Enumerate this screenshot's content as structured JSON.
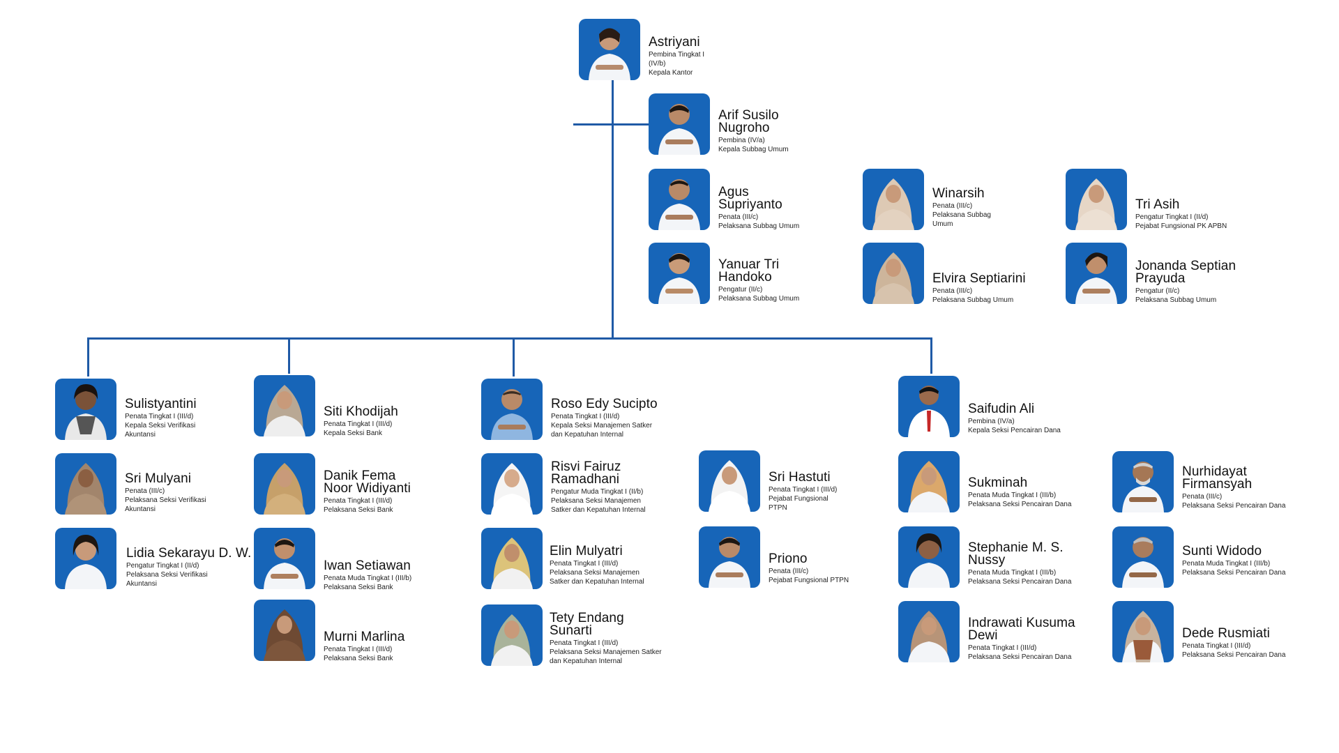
{
  "title": "Struktur Organisasi",
  "colors": {
    "photo_bg": "#1765b8",
    "connector": "#1f5aa6"
  },
  "people": {
    "astriyani": {
      "name": "Astriyani",
      "rank": "Pembina Tingkat I (IV/b)",
      "position": "Kepala Kantor"
    },
    "arif": {
      "name": "Arif Susilo Nugroho",
      "rank": "Pembina (IV/a)",
      "position": "Kepala Subbag Umum"
    },
    "agus": {
      "name": "Agus Supriyanto",
      "rank": "Penata (III/c)",
      "position": "Pelaksana Subbag Umum"
    },
    "yanuar": {
      "name": "Yanuar Tri Handoko",
      "rank": "Pengatur (II/c)",
      "position": "Pelaksana Subbag Umum"
    },
    "winarsih": {
      "name": "Winarsih",
      "rank": "Penata (III/c)",
      "position": "Pelaksana Subbag Umum"
    },
    "elvira": {
      "name": "Elvira Septiarini",
      "rank": "Penata (III/c)",
      "position": "Pelaksana Subbag Umum"
    },
    "triasih": {
      "name": "Tri Asih",
      "rank": "Pengatur Tingkat I (II/d)",
      "position": "Pejabat Fungsional PK APBN"
    },
    "jonanda": {
      "name": "Jonanda Septian Prayuda",
      "rank": "Pengatur (II/c)",
      "position": "Pelaksana Subbag Umum"
    },
    "sulistyantini": {
      "name": "Sulistyantini",
      "rank": "Penata Tingkat I (III/d)",
      "position": "Kepala Seksi Verifikasi Akuntansi"
    },
    "srimulyani": {
      "name": "Sri Mulyani",
      "rank": "Penata (III/c)",
      "position": "Pelaksana Seksi Verifikasi Akuntansi"
    },
    "lidia": {
      "name": "Lidia Sekarayu D. W.",
      "rank": "Pengatur Tingkat I (II/d)",
      "position": "Pelaksana Seksi Verifikasi Akuntansi"
    },
    "siti": {
      "name": "Siti Khodijah",
      "rank": "Penata Tingkat I (III/d)",
      "position": "Kepala Seksi Bank"
    },
    "danik": {
      "name": "Danik Fema Noor Widiyanti",
      "rank": "Penata Tingkat I (III/d)",
      "position": "Pelaksana Seksi Bank"
    },
    "iwan": {
      "name": "Iwan Setiawan",
      "rank": "Penata Muda Tingkat I (III/b)",
      "position": "Pelaksana Seksi Bank"
    },
    "murni": {
      "name": "Murni Marlina",
      "rank": "Penata Tingkat I (III/d)",
      "position": "Pelaksana Seksi Bank"
    },
    "roso": {
      "name": "Roso Edy Sucipto",
      "rank": "Penata Tingkat I (III/d)",
      "position": "Kepala Seksi Manajemen Satker dan Kepatuhan Internal"
    },
    "risvi": {
      "name": "Risvi Fairuz Ramadhani",
      "rank": "Pengatur Muda Tingkat I (II/b)",
      "position": "Pelaksana Seksi Manajemen Satker dan Kepatuhan Internal"
    },
    "elin": {
      "name": "Elin Mulyatri",
      "rank": "Penata Tingkat I (III/d)",
      "position": "Pelaksana Seksi Manajemen Satker dan Kepatuhan Internal"
    },
    "tety": {
      "name": "Tety Endang Sunarti",
      "rank": "Penata Tingkat I (III/d)",
      "position": "Pelaksana Seksi Manajemen Satker dan Kepatuhan Internal"
    },
    "srihastuti": {
      "name": "Sri Hastuti",
      "rank": "Penata Tingkat I (III/d)",
      "position": "Pejabat Fungsional PTPN"
    },
    "priono": {
      "name": "Priono",
      "rank": "Penata (III/c)",
      "position": "Pejabat Fungsional PTPN"
    },
    "saifudin": {
      "name": "Saifudin Ali",
      "rank": "Pembina (IV/a)",
      "position": "Kepala Seksi Pencairan Dana"
    },
    "sukminah": {
      "name": "Sukminah",
      "rank": "Penata Muda Tingkat I (III/b)",
      "position": "Pelaksana Seksi Pencairan Dana"
    },
    "stephanie": {
      "name": "Stephanie M. S. Nussy",
      "rank": "Penata Muda Tingkat I (III/b)",
      "position": "Pelaksana Seksi Pencairan Dana"
    },
    "indrawati": {
      "name": "Indrawati Kusuma Dewi",
      "rank": "Penata Tingkat I (III/d)",
      "position": "Pelaksana Seksi Pencairan Dana"
    },
    "nurhidayat": {
      "name": "Nurhidayat Firmansyah",
      "rank": "Penata (III/c)",
      "position": "Pelaksana Seksi Pencairan Dana"
    },
    "sunti": {
      "name": "Sunti Widodo",
      "rank": "Penata Muda Tingkat I (III/b)",
      "position": "Pelaksana Seksi Pencairan Dana"
    },
    "dede": {
      "name": "Dede Rusmiati",
      "rank": "Penata Tingkat I (III/d)",
      "position": "Pelaksana Seksi Pencairan Dana"
    }
  }
}
